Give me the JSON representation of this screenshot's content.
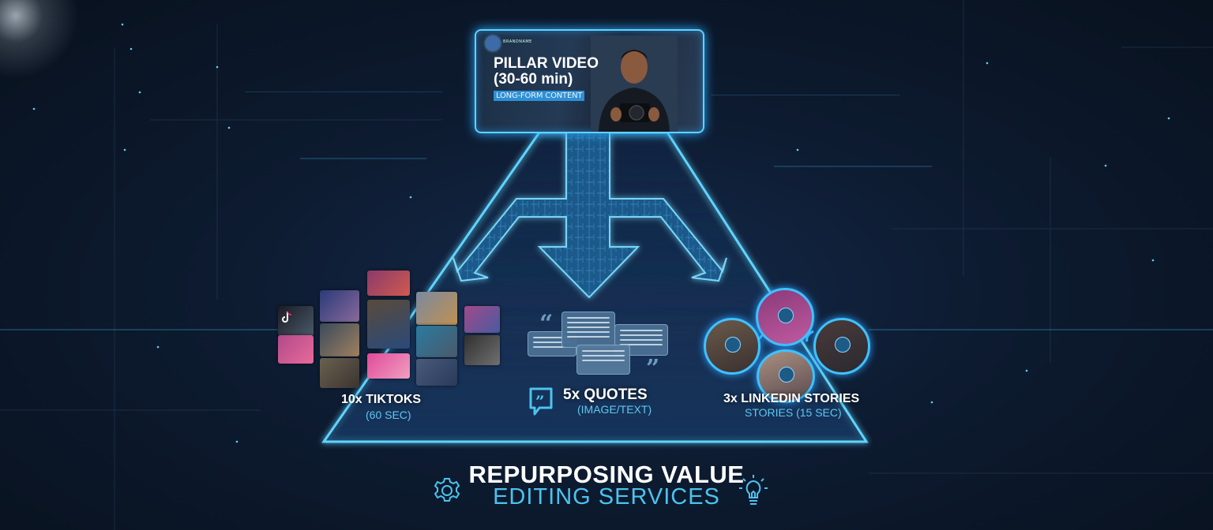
{
  "pillar": {
    "brand": "BRANDNAME",
    "title_line1": "PILLAR VIDEO",
    "title_line2": "(30-60 min)",
    "badge": "LONG-FORM CONTENT"
  },
  "outputs": [
    {
      "label": "10x TIKTOKS",
      "sub": "(60 SEC)",
      "icon": "tiktok-icon"
    },
    {
      "label": "5x QUOTES",
      "sub": "(IMAGE/TEXT)",
      "icon": "quote-bubble-icon"
    },
    {
      "label": "3x LINKEDIN STORIES",
      "sub": "STORIES (15 SEC)",
      "icon": "linkedin-icon"
    }
  ],
  "footer": {
    "title": "REPURPOSING VALUE",
    "subtitle": "EDITING SERVICES",
    "left_icon": "gear-icon",
    "right_icon": "lightbulb-icon"
  },
  "colors": {
    "accent": "#4cc3ef",
    "glow": "#3fc2ff",
    "background": "#0d1b30"
  }
}
